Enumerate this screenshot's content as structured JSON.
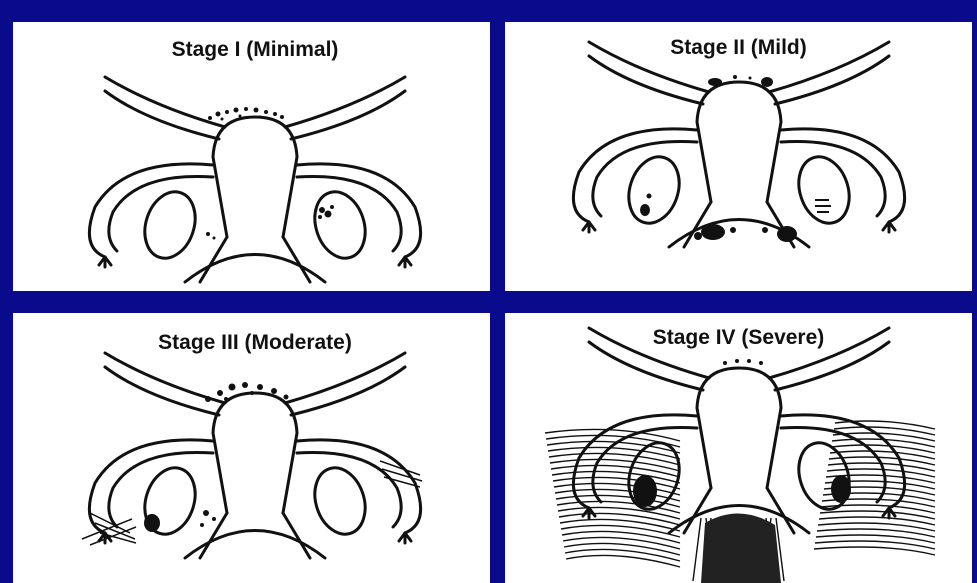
{
  "colors": {
    "frame": "#0a0a8c",
    "panel_bg": "#ffffff",
    "ink": "#111111"
  },
  "panels": [
    {
      "title": "Stage I (Minimal)"
    },
    {
      "title": "Stage II (Mild)"
    },
    {
      "title": "Stage III (Moderate)"
    },
    {
      "title": "Stage IV (Severe)"
    }
  ]
}
